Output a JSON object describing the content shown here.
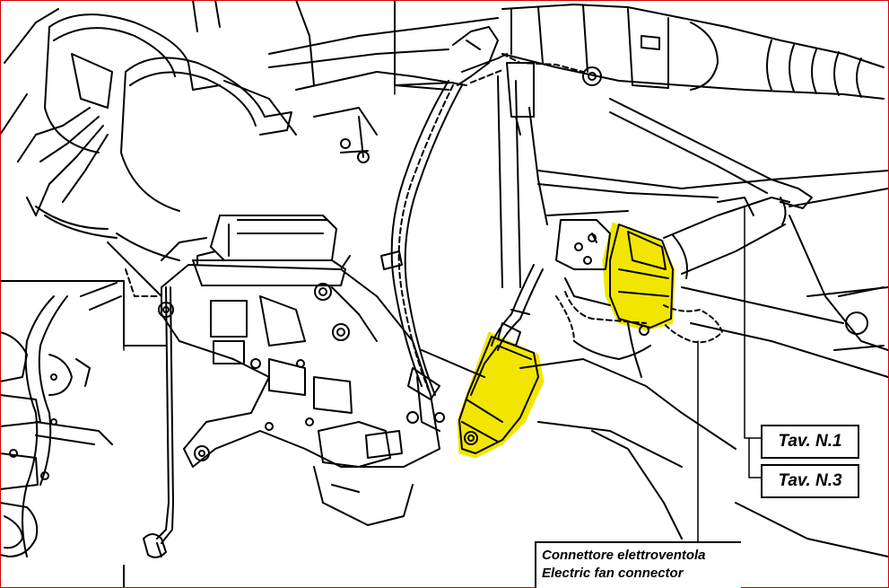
{
  "labels": {
    "tav1": "Tav. N.1",
    "tav3": "Tav. N.3"
  },
  "caption": {
    "line_it": "Connettore elettroventola",
    "line_en": "Electric fan connector"
  },
  "colors": {
    "highlight": "#f2e600",
    "line": "#000000",
    "frame": "#d00000"
  }
}
